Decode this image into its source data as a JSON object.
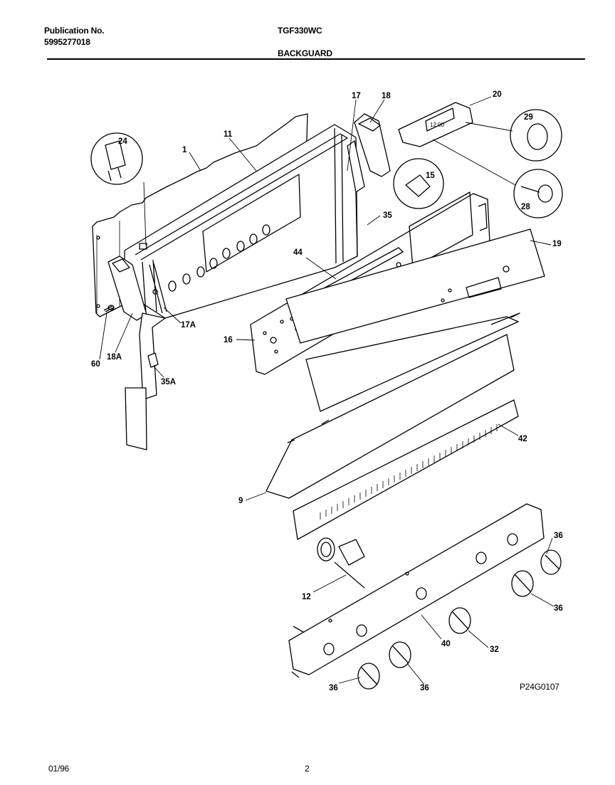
{
  "header": {
    "pub_label": "Publication No.",
    "pub_number": "5995277018",
    "model": "TGF330WC",
    "section": "BACKGUARD"
  },
  "footer": {
    "date": "01/96",
    "page": "2",
    "drawing_id": "P24G0107"
  },
  "callouts": {
    "c1": "1",
    "c11": "11",
    "c24": "24",
    "c17": "17",
    "c18": "18",
    "c20": "20",
    "c29": "29",
    "c15": "15",
    "c35": "35",
    "c28": "28",
    "c19": "19",
    "c44": "44",
    "c17a": "17A",
    "c16": "16",
    "c60": "60",
    "c18a": "18A",
    "c35a": "35A",
    "c42": "42",
    "c9": "9",
    "c12": "12",
    "c36a": "36",
    "c36b": "36",
    "c40": "40",
    "c32": "32",
    "c36c": "36",
    "c36d": "36"
  },
  "clock_display": "12:00"
}
